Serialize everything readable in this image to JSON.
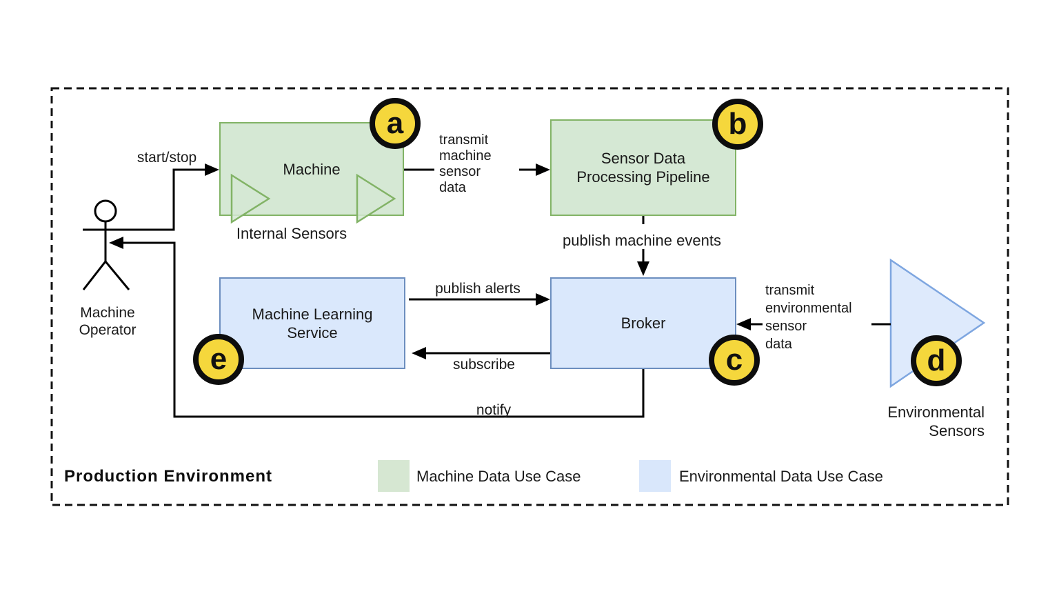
{
  "diagram": {
    "boundary_title": "Production Environment",
    "nodes": {
      "machine": {
        "label": "Machine"
      },
      "pipeline": {
        "line1": "Sensor Data",
        "line2": "Processing Pipeline"
      },
      "ml_service": {
        "line1": "Machine Learning",
        "line2": "Service"
      },
      "broker": {
        "label": "Broker"
      }
    },
    "actor": {
      "line1": "Machine",
      "line2": "Operator"
    },
    "internal_sensors_label": "Internal Sensors",
    "environmental_sensors": {
      "line1": "Environmental",
      "line2": "Sensors"
    },
    "edges": {
      "start_stop": "start/stop",
      "transmit_machine": [
        "transmit",
        "machine",
        "sensor",
        "data"
      ],
      "publish_machine_events": "publish machine events",
      "publish_alerts": "publish alerts",
      "subscribe": "subscribe",
      "notify": "notify",
      "transmit_env": [
        "transmit",
        "environmental",
        "sensor",
        "data"
      ]
    },
    "badges": {
      "a": "a",
      "b": "b",
      "c": "c",
      "d": "d",
      "e": "e"
    },
    "legend": {
      "items": [
        {
          "swatch": "green",
          "label": "Machine Data Use Case"
        },
        {
          "swatch": "blue",
          "label": "Environmental Data Use Case"
        }
      ]
    },
    "colors": {
      "green_fill": "#d5e8d4",
      "green_stroke": "#82b366",
      "blue_fill": "#dae8fc",
      "blue_stroke": "#6c8ebf",
      "env_triangle_stroke": "#7ea6e0",
      "badge_fill": "#f5d73c",
      "badge_ring": "#0d0d0d",
      "line": "#000000"
    }
  }
}
